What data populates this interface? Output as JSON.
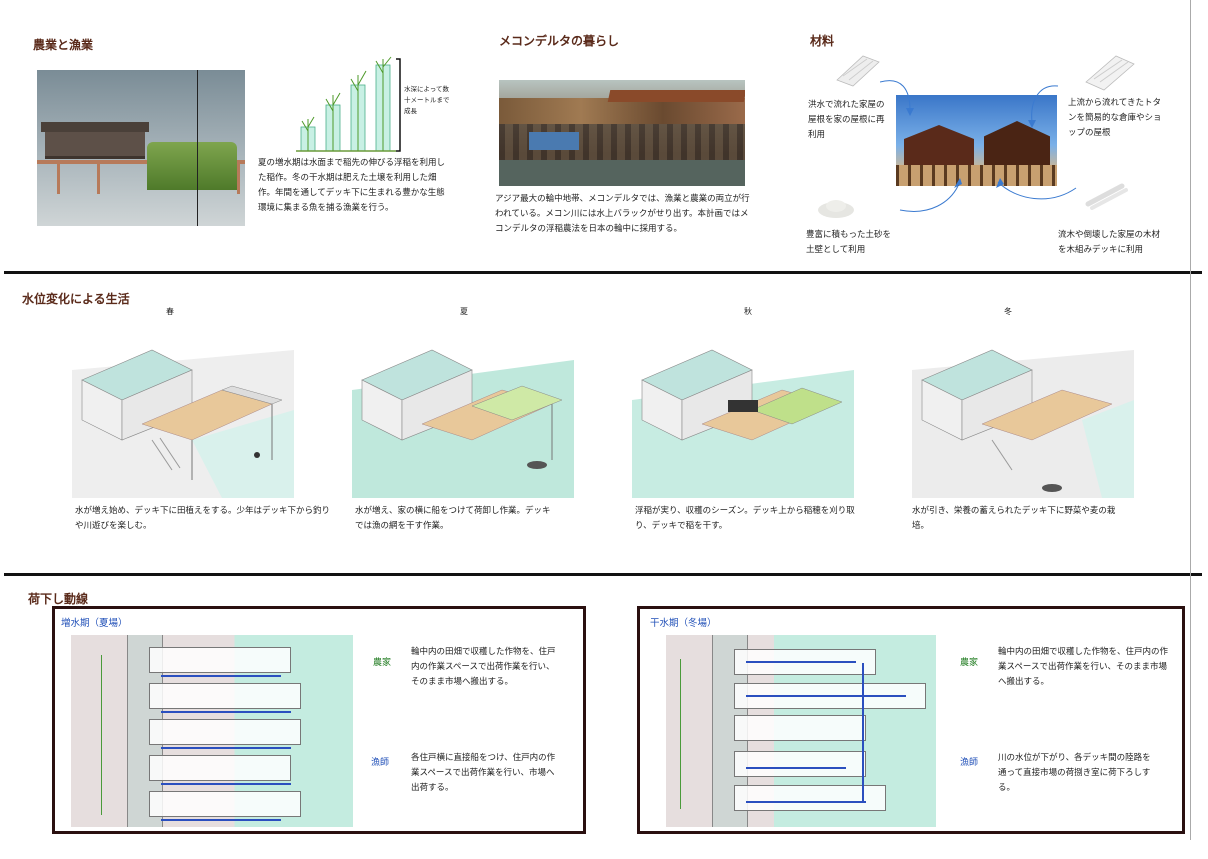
{
  "section1": {
    "agri": {
      "heading": "農業と漁業",
      "annotation": "水深によって数十メートルまで成長",
      "description": "夏の増水期は水面まで稲先の伸びる浮稲を利用した稲作。冬の干水期は肥えた土壌を利用した畑作。年間を通してデッキ下に生まれる豊かな生態環境に集まる魚を捕る漁業を行う。"
    },
    "mekong": {
      "heading": "メコンデルタの暮らし",
      "description": "アジア最大の輪中地帯、メコンデルタでは、漁業と農業の両立が行われている。メコン川には水上バラックがせり出す。本計画ではメコンデルタの浮稲農法を日本の輪中に採用する。"
    },
    "materials": {
      "heading": "材料",
      "note_top_left": "洪水で流れた家屋の屋根を家の屋根に再利用",
      "note_top_right": "上流から流れてきたトタンを簡易的な倉庫やショップの屋根",
      "note_bottom_left": "豊富に積もった土砂を土壁として利用",
      "note_bottom_right": "流木や倒壊した家屋の木材を木組みデッキに利用"
    }
  },
  "section2": {
    "heading": "水位変化による生活",
    "seasons": [
      {
        "name": "春",
        "caption": "水が増え始め、デッキ下に田植えをする。少年はデッキ下から釣りや川遊びを楽しむ。"
      },
      {
        "name": "夏",
        "caption": "水が増え、家の横に船をつけて荷卸し作業。デッキでは漁の網を干す作業。"
      },
      {
        "name": "秋",
        "caption": "浮稲が実り、収穫のシーズン。デッキ上から稲穂を刈り取り、デッキで稲を干す。"
      },
      {
        "name": "冬",
        "caption": "水が引き、栄養の蓄えられたデッキ下に野菜や麦の栽培。"
      }
    ]
  },
  "section3": {
    "heading": "荷下し動線",
    "panels": [
      {
        "title": "増水期（夏場）",
        "farmer_label": "農家",
        "farmer_text": "輪中内の田畑で収穫した作物を、住戸内の作業スペースで出荷作業を行い、そのまま市場へ搬出する。",
        "fisher_label": "漁師",
        "fisher_text": "各住戸横に直接船をつけ、住戸内の作業スペースで出荷作業を行い、市場へ出荷する。"
      },
      {
        "title": "干水期（冬場）",
        "farmer_label": "農家",
        "farmer_text": "輪中内の田畑で収穫した作物を、住戸内の作業スペースで出荷作業を行い、そのまま市場へ搬出する。",
        "fisher_label": "漁師",
        "fisher_text": "川の水位が下がり、各デッキ間の陸路を通って直接市場の荷捌き室に荷下ろしする。"
      }
    ]
  },
  "colors": {
    "heading": "#5a2a1a",
    "water": "#bfe8dc",
    "flow": "#2b4fbf",
    "farmer": "#1d7a1d",
    "fisher": "#2150b8"
  }
}
